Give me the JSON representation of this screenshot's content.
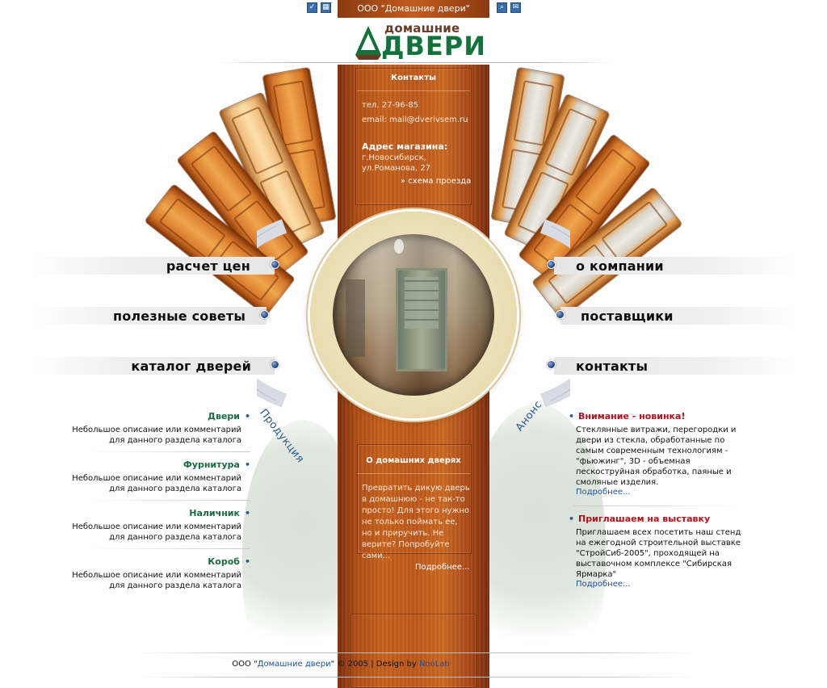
{
  "header": {
    "company": "ООО \"Домашние двери\"",
    "icons_left": [
      "checkbox-icon",
      "grid-icon"
    ],
    "icons_right": [
      "search-icon",
      "mail-icon"
    ]
  },
  "logo": {
    "small_text": "домашние",
    "big_text": "ДВЕРИ"
  },
  "contacts": {
    "title": "Контакты",
    "phone": "тел. 27-96-85",
    "email": "email: mail@dverivsem.ru",
    "address_label": "Адрес магазина:",
    "address_line1": "г.Новосибирск,",
    "address_line2": "ул.Романова, 27",
    "map_link": "» схема проезда"
  },
  "menu_left": [
    "расчет цен",
    "полезные советы",
    "каталог дверей"
  ],
  "menu_right": [
    "о компании",
    "поставщики",
    "контакты"
  ],
  "arc_labels": {
    "left": "Продукция",
    "right": "Анонс"
  },
  "catalog": [
    {
      "title": "Двери",
      "desc1": "Небольшое описание или комментарий",
      "desc2": "для данного раздела каталога"
    },
    {
      "title": "Фурнитура",
      "desc1": "Небольшое описание или комментарий",
      "desc2": "для данного раздела каталога"
    },
    {
      "title": "Наличник",
      "desc1": "Небольшое описание или комментарий",
      "desc2": "для данного раздела каталога"
    },
    {
      "title": "Короб",
      "desc1": "Небольшое описание или комментарий",
      "desc2": "для данного раздела каталога"
    }
  ],
  "about": {
    "title": "О домашних дверях",
    "text": "Превратить дикую дверь в домашнюю - не так-то просто! Для этого нужно не только поймать ее, но и приручить. Не верите? Попробуйте сами...",
    "link": "Подробнее..."
  },
  "news": [
    {
      "title": "Внимание - новинка!",
      "text": "Стеклянные витражи, перегородки и двери из стекла, обработанные по самым современным технологиям - \"фьюжинг\", 3D - объемная пескоструйная обработка, паяные и смоляные изделия.",
      "link": "Подробнее..."
    },
    {
      "title": "Приглашаем на выставку",
      "text": "Приглашаем всех посетить наш стенд на ежегодной строительной выставке \"СтройСиб-2005\", проходящей на выставочном комплексе \"Сибирская Ярмарка\"",
      "link": "Подробнее..."
    }
  ],
  "footer": {
    "prefix": "ООО \"",
    "company_link": "Домашние двери",
    "middle": "\" © 2005 | Design by ",
    "designer_link": "NooLab"
  },
  "colors": {
    "wood": "#c05a1b",
    "logo_green": "#11733b",
    "catalog_green": "#1b6b45",
    "news_red": "#b6101a",
    "link_blue": "#1d4f9c"
  }
}
